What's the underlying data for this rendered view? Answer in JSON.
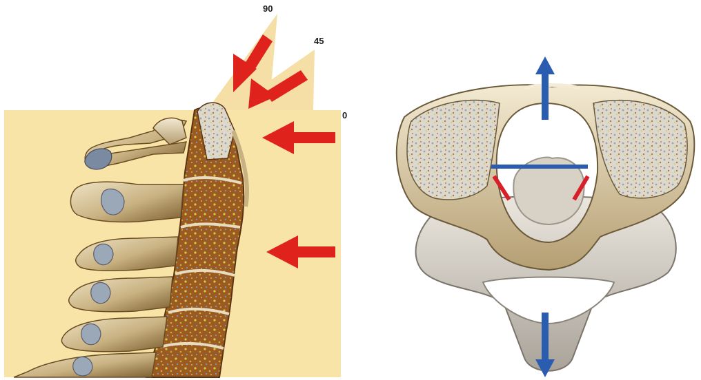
{
  "figure": {
    "left_panel": {
      "angle_labels": {
        "deg90": "90",
        "deg45": "45",
        "deg0": "0"
      }
    }
  },
  "colors": {
    "background_panel": "#f8e4a6",
    "wedge": "#f6dfa6",
    "force_arrow": "#e0221c",
    "motion_arrow": "#2a5db0",
    "facet_line": "#d8202a",
    "bone_light": "#e8dcc0",
    "bone_mid": "#c8b48a",
    "bone_dark": "#8a6a3a",
    "vertebral_body": "#9a5a22",
    "marrow_spot": "#c8c840",
    "cortex_gray": "#9aa8b8"
  },
  "icons": {
    "force_arrow": "red-arrow-icon",
    "motion_arrow": "blue-arrow-icon"
  }
}
